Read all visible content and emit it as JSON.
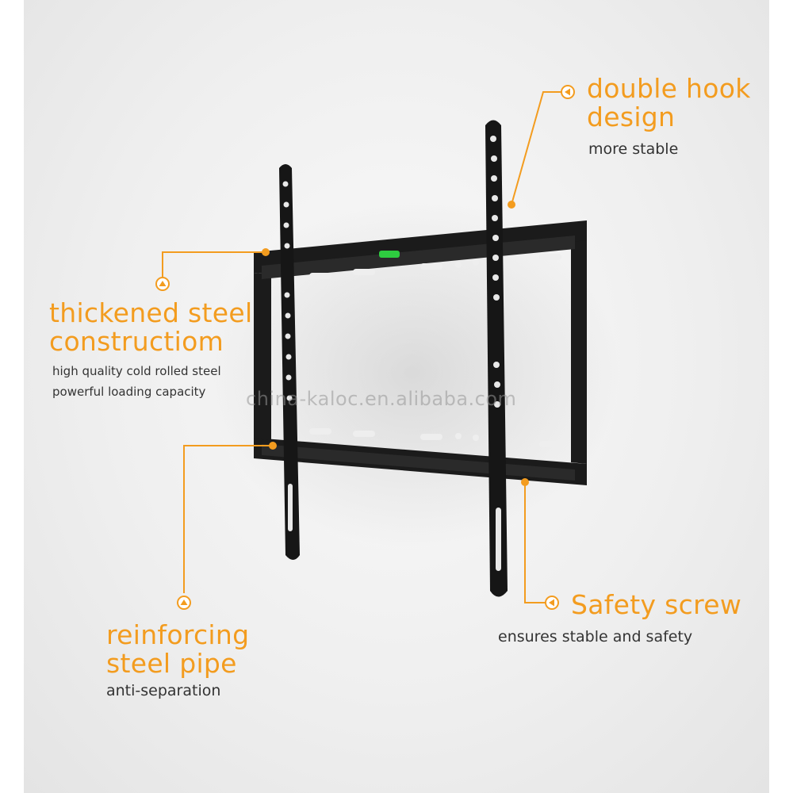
{
  "accent_color": "#f39c1f",
  "callouts": {
    "double_hook": {
      "title_lines": [
        "double hook",
        "design"
      ],
      "subtitle": "more stable",
      "icon": "arrow-left-circle-icon"
    },
    "thickened_steel": {
      "title_lines": [
        "thickened steel",
        "constructiom"
      ],
      "subtitle_lines": [
        "high quality cold rolled steel",
        "powerful loading capacity"
      ],
      "icon": "arrow-up-circle-icon"
    },
    "reinforcing_pipe": {
      "title_lines": [
        "reinforcing",
        "steel pipe"
      ],
      "subtitle": "anti-separation",
      "icon": "arrow-up-circle-icon"
    },
    "safety_screw": {
      "title": "Safety screw",
      "subtitle": "ensures stable and safety",
      "icon": "arrow-left-circle-icon"
    }
  },
  "watermark": "china-kaloc.en.alibaba.com"
}
